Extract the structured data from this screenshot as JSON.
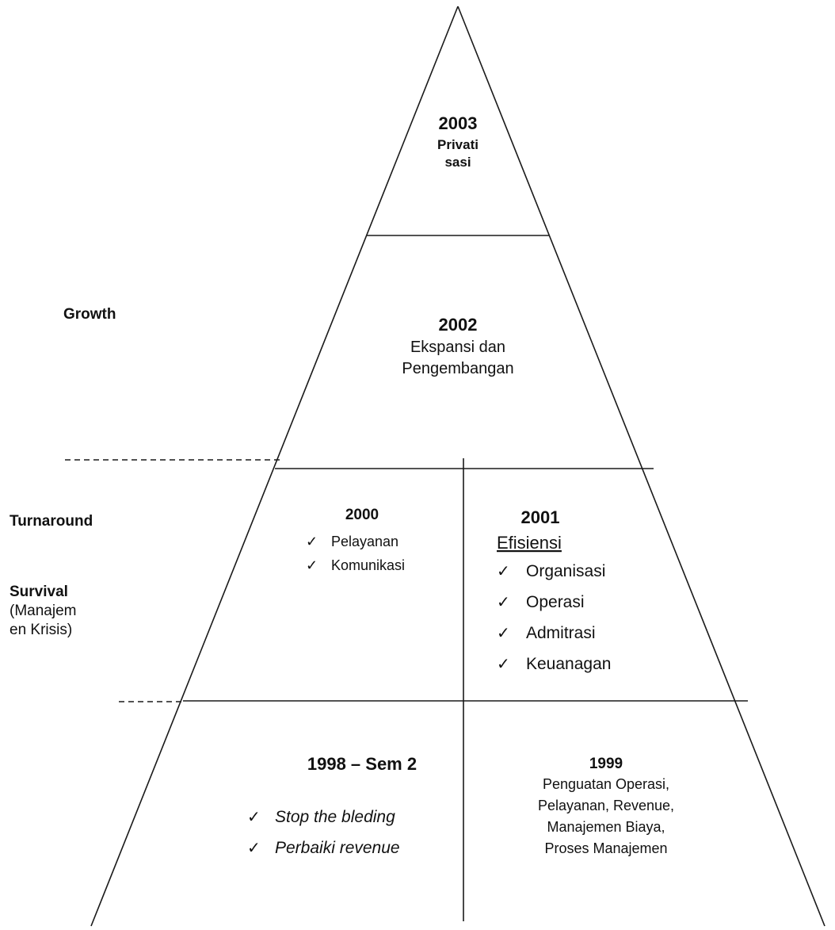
{
  "colors": {
    "line": "#1a1a1a",
    "text": "#111111",
    "background": "#ffffff"
  },
  "side_labels": {
    "growth": "Growth",
    "turnaround": "Turnaround",
    "survival": "Survival",
    "survival_sub_1": "(Manajem",
    "survival_sub_2": "en Krisis)"
  },
  "tiers": {
    "t2003": {
      "year": "2003",
      "line1": "Privati",
      "line2": "sasi"
    },
    "t2002": {
      "year": "2002",
      "line1": "Ekspansi dan",
      "line2": "Pengembangan"
    },
    "t2000": {
      "year": "2000",
      "items": [
        "Pelayanan",
        "Komunikasi"
      ]
    },
    "t2001": {
      "year": "2001",
      "heading": "Efisiensi",
      "items": [
        "Organisasi",
        "Operasi",
        "Admitrasi",
        "Keuanagan"
      ]
    },
    "t1998": {
      "year": "1998 – Sem 2",
      "items": [
        "Stop the bleding",
        "Perbaiki revenue"
      ]
    },
    "t1999": {
      "year": "1999",
      "lines": [
        "Penguatan Operasi,",
        "Pelayanan, Revenue,",
        "Manajemen Biaya,",
        "Proses Manajemen"
      ]
    }
  },
  "check_mark": "✓"
}
